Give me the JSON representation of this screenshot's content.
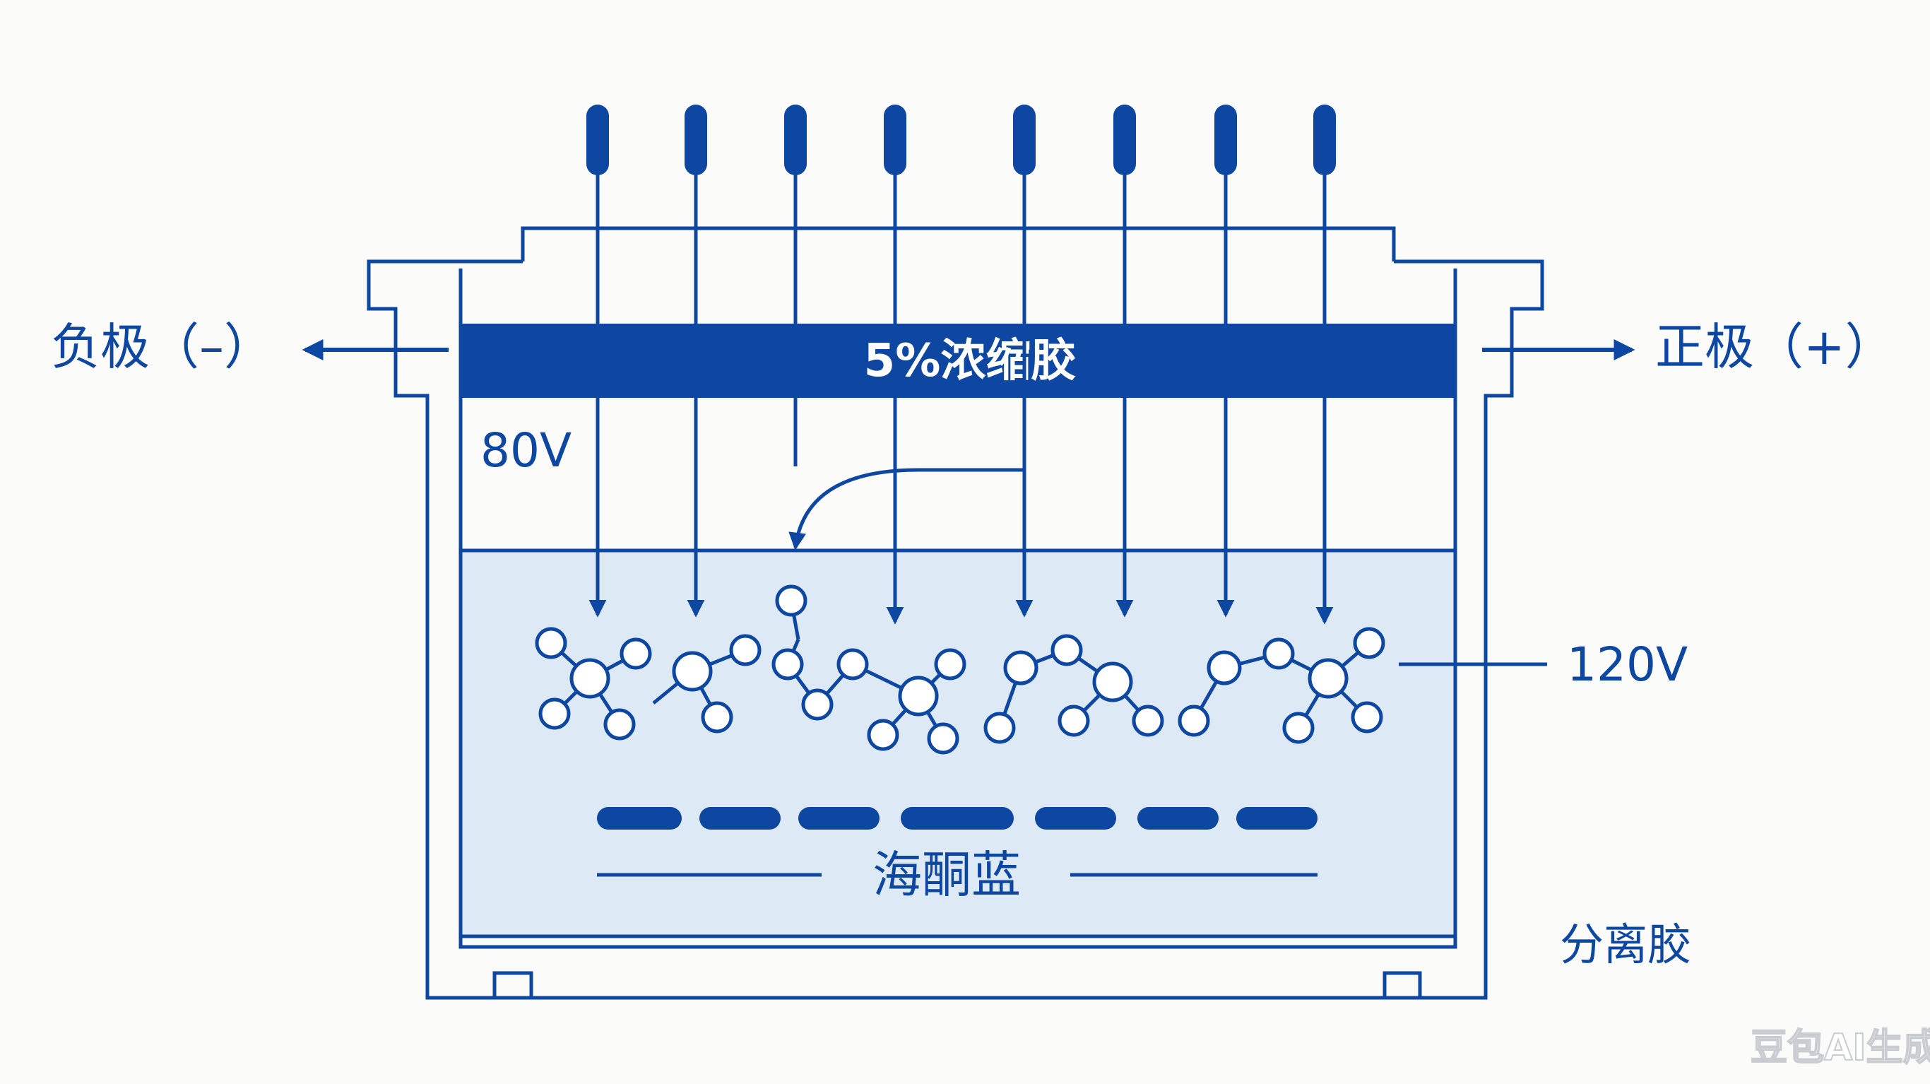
{
  "labels": {
    "negative_electrode": "负极（–）",
    "positive_electrode": "正极（+）",
    "stacking_gel": "5%浓缩胶",
    "voltage_stacking": "80V",
    "voltage_separating": "120V",
    "dye_front": "海酮蓝",
    "separating_gel": "分离胶",
    "watermark": "豆包AI生成"
  },
  "colors": {
    "primary_blue": "#0d47a1",
    "gel_fill": "#dde9f5",
    "background": "#fbfcfa",
    "white": "#ffffff"
  },
  "icons": {
    "left_arrow": "arrow-left-icon",
    "right_arrow": "arrow-right-icon",
    "molecule": "protein-molecule-icon"
  }
}
